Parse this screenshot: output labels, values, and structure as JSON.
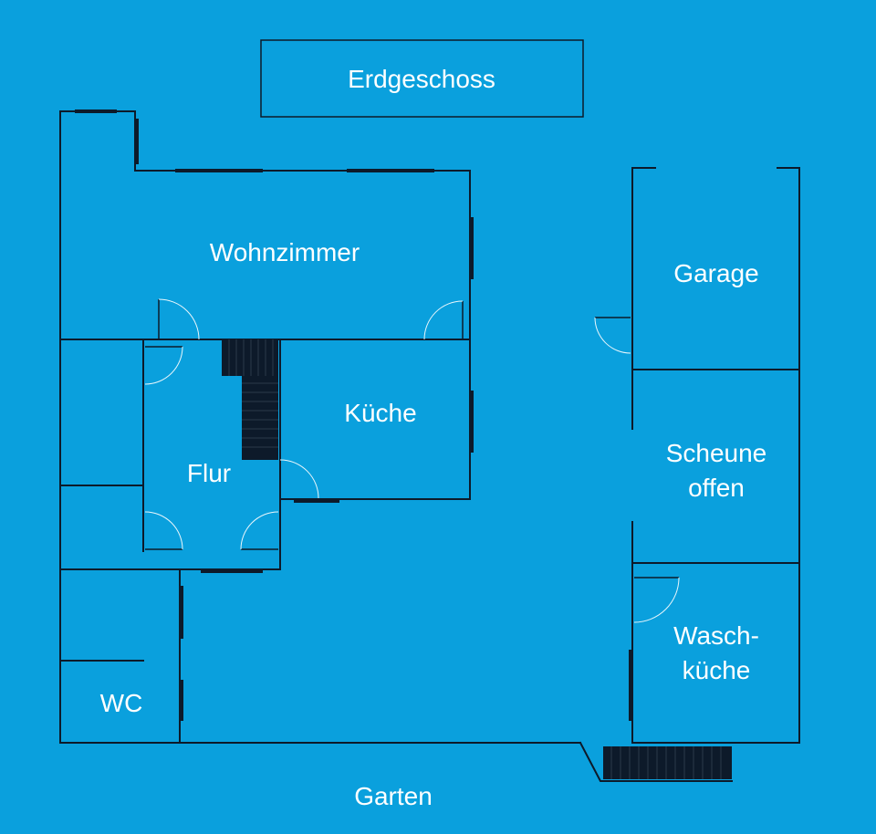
{
  "title": "Erdgeschoss",
  "rooms": {
    "wohnzimmer": "Wohnzimmer",
    "kueche": "Küche",
    "flur": "Flur",
    "wc": "WC",
    "garage": "Garage",
    "scheune_line1": "Scheune",
    "scheune_line2": "offen",
    "waschkueche_line1": "Wasch-",
    "waschkueche_line2": "küche"
  },
  "outside": {
    "garten": "Garten"
  },
  "colors": {
    "background": "#0aa0dd",
    "walls": "#0d1a2a",
    "text": "#ffffff"
  }
}
